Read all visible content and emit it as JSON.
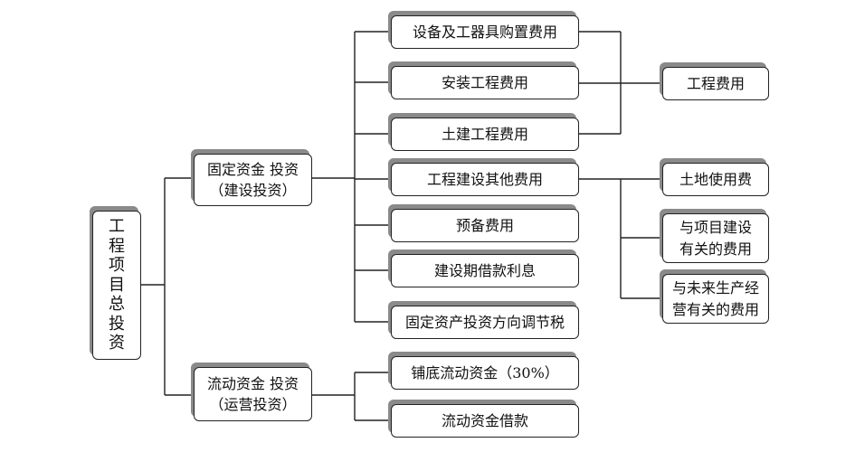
{
  "root": [
    "工",
    "程",
    "项",
    "目",
    "总",
    "投",
    "资"
  ],
  "fixed": {
    "line1": "固定资金 投资",
    "line2": "（建设投资）"
  },
  "working": {
    "line1": "流动资金 投资",
    "line2": "（运营投资）"
  },
  "fixed_items": [
    "设备及工器具购置费用",
    "安装工程费用",
    "土建工程费用",
    "工程建设其他费用",
    "预备费用",
    "建设期借款利息",
    "固定资产投资方向调节税"
  ],
  "working_items": [
    "铺底流动资金（30%）",
    "流动资金借款"
  ],
  "engineering_cost": "工程费用",
  "other_costs": [
    {
      "line1": "土地使用费"
    },
    {
      "line1": "与项目建设",
      "line2": "有关的费用"
    },
    {
      "line1": "与未来生产经",
      "line2": "营有关的费用"
    }
  ]
}
